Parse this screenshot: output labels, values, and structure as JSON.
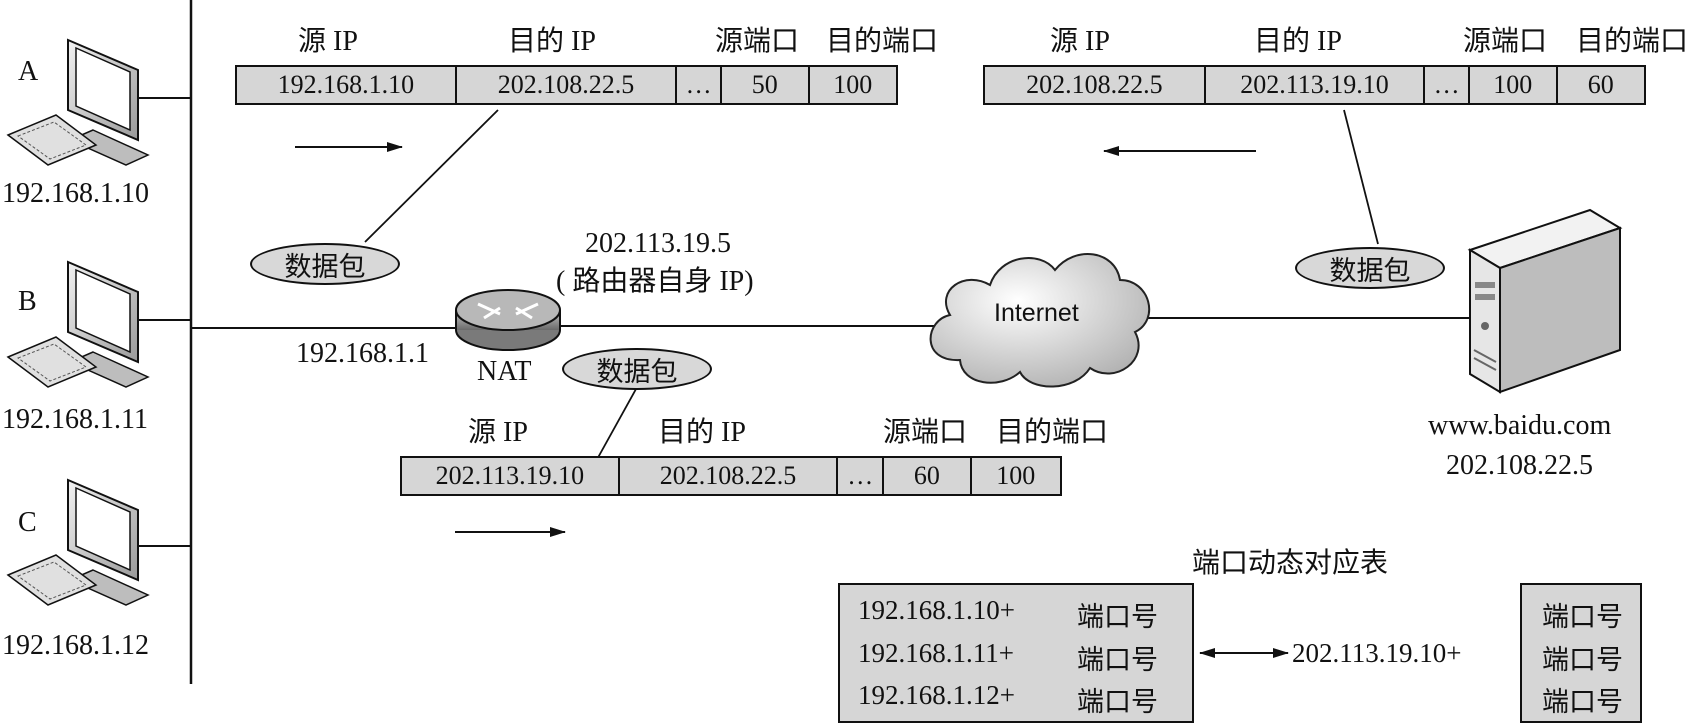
{
  "hosts": [
    {
      "letter": "A",
      "ip": "192.168.1.10"
    },
    {
      "letter": "B",
      "ip": "192.168.1.11"
    },
    {
      "letter": "C",
      "ip": "192.168.1.12"
    }
  ],
  "headers": {
    "src_ip": "源 IP",
    "dst_ip": "目的 IP",
    "src_port": "源端口",
    "dst_port": "目的端口"
  },
  "packet_top_left": {
    "src_ip": "192.168.1.10",
    "dst_ip": "202.108.22.5",
    "ellipsis": "…",
    "src_port": "50",
    "dst_port": "100"
  },
  "packet_top_right": {
    "src_ip": "202.108.22.5",
    "dst_ip": "202.113.19.10",
    "ellipsis": "…",
    "src_port": "100",
    "dst_port": "60"
  },
  "packet_bottom": {
    "src_ip": "202.113.19.10",
    "dst_ip": "202.108.22.5",
    "ellipsis": "…",
    "src_port": "60",
    "dst_port": "100"
  },
  "bubble_label": "数据包",
  "router": {
    "public_ip": "202.113.19.5",
    "public_ip_note": "( 路由器自身 IP)",
    "lan_ip": "192.168.1.1",
    "label": "NAT"
  },
  "cloud_label": "Internet",
  "server": {
    "domain": "www.baidu.com",
    "ip": "202.108.22.5"
  },
  "port_table": {
    "title": "端口动态对应表",
    "left_rows": [
      {
        "ip": "192.168.1.10+",
        "port": "端口号"
      },
      {
        "ip": "192.168.1.11+",
        "port": "端口号"
      },
      {
        "ip": "192.168.1.12+",
        "port": "端口号"
      }
    ],
    "mapped_ip": "202.113.19.10+",
    "right_rows": [
      "端口号",
      "端口号",
      "端口号"
    ]
  }
}
